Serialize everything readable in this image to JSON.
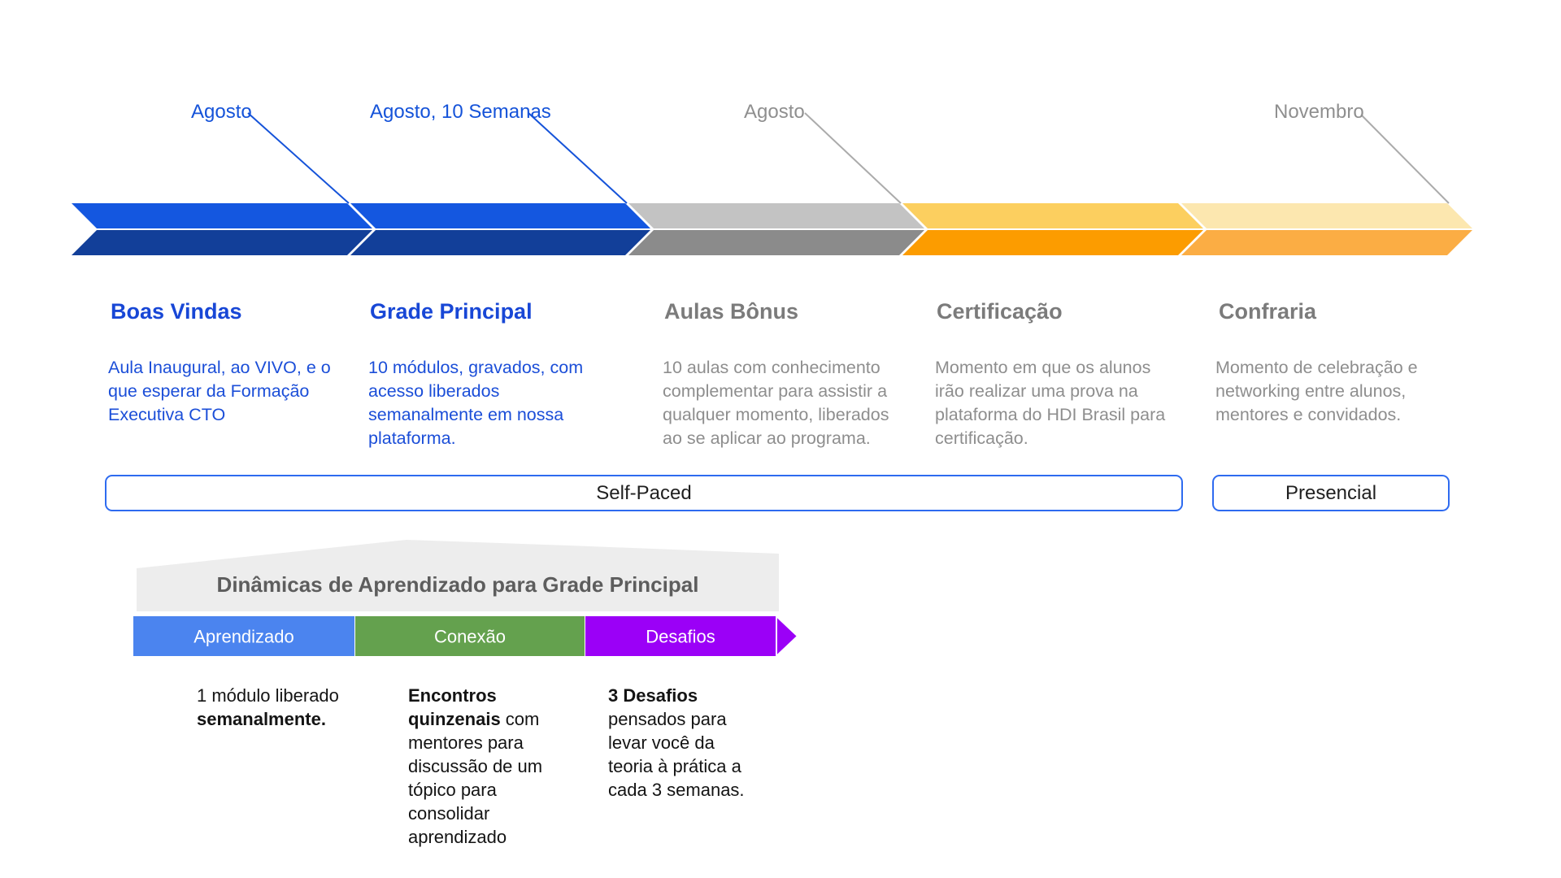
{
  "timeline": {
    "milestones": [
      {
        "label": "Agosto",
        "color": "#1553d9",
        "line_color": "#1553d9"
      },
      {
        "label": "Agosto, 10 Semanas",
        "color": "#1553d9",
        "line_color": "#1553d9"
      },
      {
        "label": "Agosto",
        "color": "#8f8f8f",
        "line_color": "#ababab"
      },
      {
        "label": "Novembro",
        "color": "#8f8f8f",
        "line_color": "#ababab"
      }
    ],
    "segments": [
      {
        "name": "boas-vindas",
        "top_color": "#1457e0",
        "bottom_color": "#123f99"
      },
      {
        "name": "grade-principal",
        "top_color": "#1457e0",
        "bottom_color": "#123f99"
      },
      {
        "name": "aulas-bonus",
        "top_color": "#c3c3c3",
        "bottom_color": "#8b8b8b"
      },
      {
        "name": "certificacao",
        "top_color": "#fccf5f",
        "bottom_color": "#fc9c00"
      },
      {
        "name": "confraria",
        "top_color": "#fce7af",
        "bottom_color": "#fbad44"
      }
    ]
  },
  "phases": [
    {
      "title": "Boas Vindas",
      "title_color": "#1847d6",
      "body_color": "#1b4ed8",
      "body": "Aula Inaugural, ao VIVO, e o\nque esperar da Formação\nExecutiva CTO"
    },
    {
      "title": "Grade Principal",
      "title_color": "#1847d6",
      "body_color": "#1b4ed8",
      "body": "10 módulos, gravados, com\nacesso liberados\nsemanalmente em nossa\nplataforma."
    },
    {
      "title": "Aulas Bônus",
      "title_color": "#7b7b7b",
      "body_color": "#8e8e8e",
      "body": "10 aulas com conhecimento\ncomplementar para assistir a\nqualquer momento, liberados\nao se aplicar ao programa."
    },
    {
      "title": "Certificação",
      "title_color": "#7b7b7b",
      "body_color": "#8e8e8e",
      "body": "Momento em que os alunos\nirão realizar uma prova na\nplataforma do HDI Brasil para\ncertificação."
    },
    {
      "title": "Confraria",
      "title_color": "#7b7b7b",
      "body_color": "#8e8e8e",
      "body": "Momento de celebração e\nnetworking entre alunos,\nmentores e convidados."
    }
  ],
  "mode_boxes": [
    {
      "label": "Self-Paced"
    },
    {
      "label": "Presencial"
    }
  ],
  "dynamics": {
    "title": "Dinâmicas de Aprendizado para Grade Principal",
    "banner_color": "#ededed",
    "steps": [
      {
        "label": "Aprendizado",
        "color": "#4b84ef"
      },
      {
        "label": "Conexão",
        "color": "#64a14e"
      },
      {
        "label": "Desafios",
        "color": "#9b00f7"
      }
    ],
    "notes": [
      [
        [
          {
            "t": "1 módulo liberado"
          }
        ],
        [
          {
            "t": "semanalmente.",
            "b": 1
          }
        ]
      ],
      [
        [
          {
            "t": "Encontros",
            "b": 1
          }
        ],
        [
          {
            "t": "quinzenais",
            "b": 1
          },
          {
            "t": " com"
          }
        ],
        [
          {
            "t": "mentores para"
          }
        ],
        [
          {
            "t": "discussão de um"
          }
        ],
        [
          {
            "t": "tópico para"
          }
        ],
        [
          {
            "t": "consolidar"
          }
        ],
        [
          {
            "t": "aprendizado"
          }
        ]
      ],
      [
        [
          {
            "t": "3 Desafios",
            "b": 1
          }
        ],
        [
          {
            "t": "pensados para"
          }
        ],
        [
          {
            "t": "levar você da"
          }
        ],
        [
          {
            "t": "teoria à prática a"
          }
        ],
        [
          {
            "t": "cada 3 semanas."
          }
        ]
      ]
    ]
  }
}
